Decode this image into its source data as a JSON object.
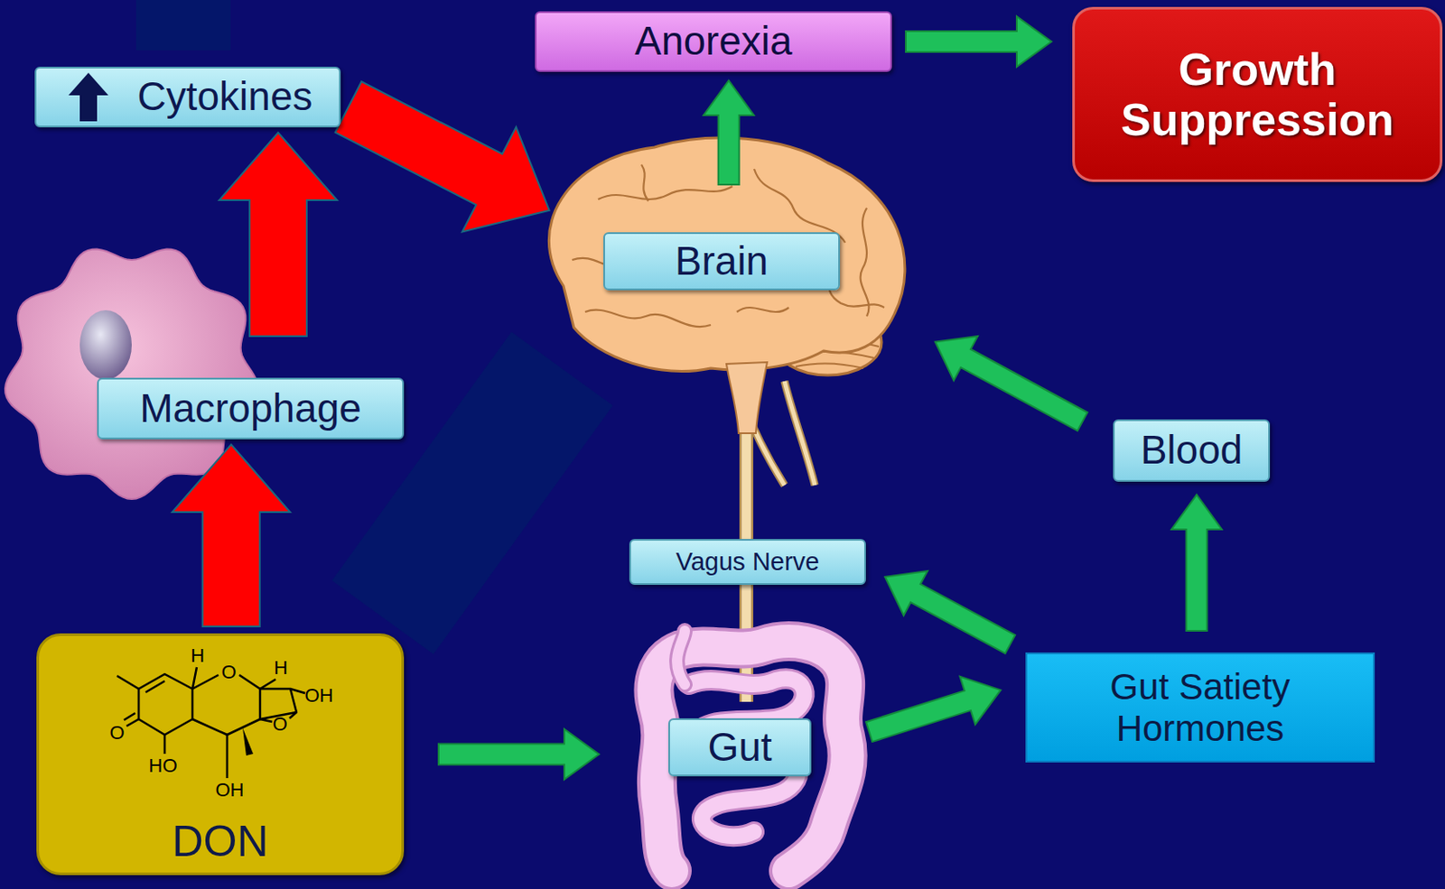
{
  "diagram": {
    "nodes": [
      {
        "text": [
          "Cytokines"
        ]
      },
      {
        "text": [
          "Anorexia"
        ]
      },
      {
        "text": [
          "Growth Suppression"
        ]
      },
      {
        "text": [
          "Brain"
        ]
      },
      {
        "text": [
          "Macrophage"
        ]
      },
      {
        "text": [
          "Blood"
        ]
      },
      {
        "text": [
          "Vagus Nerve"
        ]
      },
      {
        "text": [
          "DON"
        ]
      },
      {
        "text": [
          "Gut"
        ]
      },
      {
        "text": [
          "Gut Satiety Hormones"
        ]
      }
    ],
    "edges": [
      {
        "from": 7,
        "to": 4,
        "arrow": "to"
      },
      {
        "from": 4,
        "to": 0,
        "arrow": "to"
      },
      {
        "from": 0,
        "to": 3,
        "arrow": "to"
      },
      {
        "from": 3,
        "to": 1,
        "arrow": "to"
      },
      {
        "from": 1,
        "to": 2,
        "arrow": "to"
      },
      {
        "from": 7,
        "to": 8,
        "arrow": "to"
      },
      {
        "from": 8,
        "to": 9,
        "arrow": "to"
      },
      {
        "from": 9,
        "to": 6,
        "arrow": "to"
      },
      {
        "from": 9,
        "to": 5,
        "arrow": "to"
      },
      {
        "from": 5,
        "to": 3,
        "arrow": "to"
      }
    ],
    "labels": [
      "H",
      "O",
      "H",
      "OH",
      "O",
      "O",
      "HO",
      "OH"
    ]
  }
}
